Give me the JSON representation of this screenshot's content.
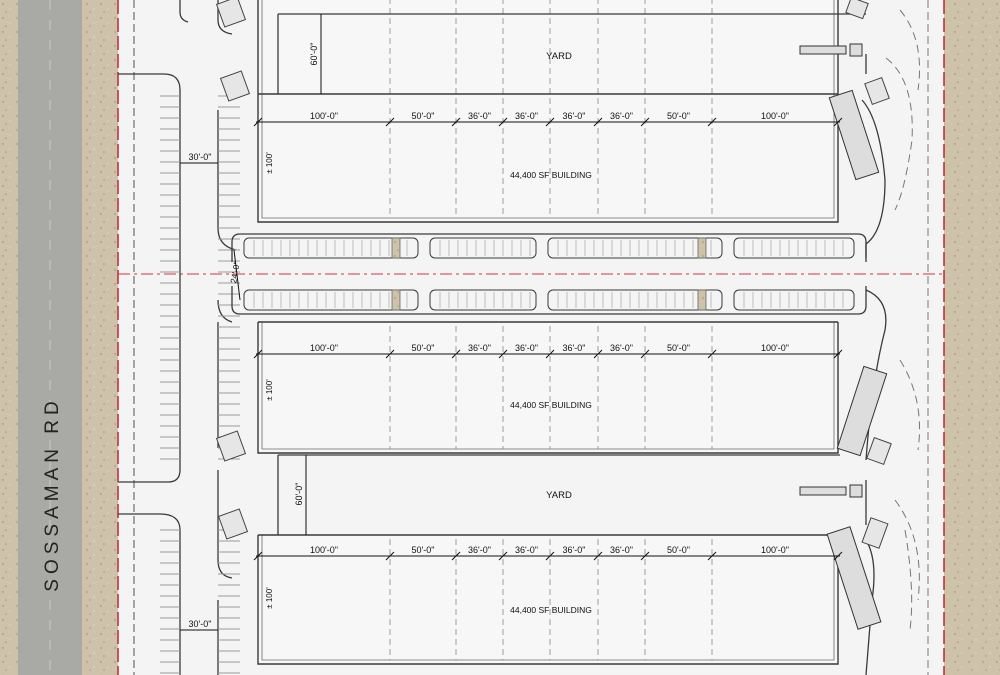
{
  "road": {
    "name": "SOSSAMAN RD"
  },
  "buildings": [
    {
      "label": "44,400 SF BUILDING",
      "depth_label": "± 100'"
    },
    {
      "label": "44,400 SF BUILDING",
      "depth_label": "± 100'"
    },
    {
      "label": "44,400 SF BUILDING",
      "depth_label": "± 100'"
    }
  ],
  "bay_dimensions": [
    "100'-0\"",
    "50'-0\"",
    "36'-0\"",
    "36'-0\"",
    "36'-0\"",
    "36'-0\"",
    "50'-0\"",
    "100'-0\""
  ],
  "yards": [
    {
      "label": "YARD",
      "depth_label": "60'-0\""
    },
    {
      "label": "YARD",
      "depth_label": "60'-0\""
    }
  ],
  "parking": {
    "stall_depth_labels": [
      "30'-0\"",
      "30'-0\""
    ],
    "drive_aisle_label": "24'-0\""
  },
  "colors": {
    "property_line": "#c0282a",
    "linework": "#3a3a3a",
    "dimension": "#111111",
    "road": "#a9a9a6",
    "landscape": "#cdbfa6",
    "paper": "#f4f4f4",
    "building_fill": "#f7f7f7"
  }
}
